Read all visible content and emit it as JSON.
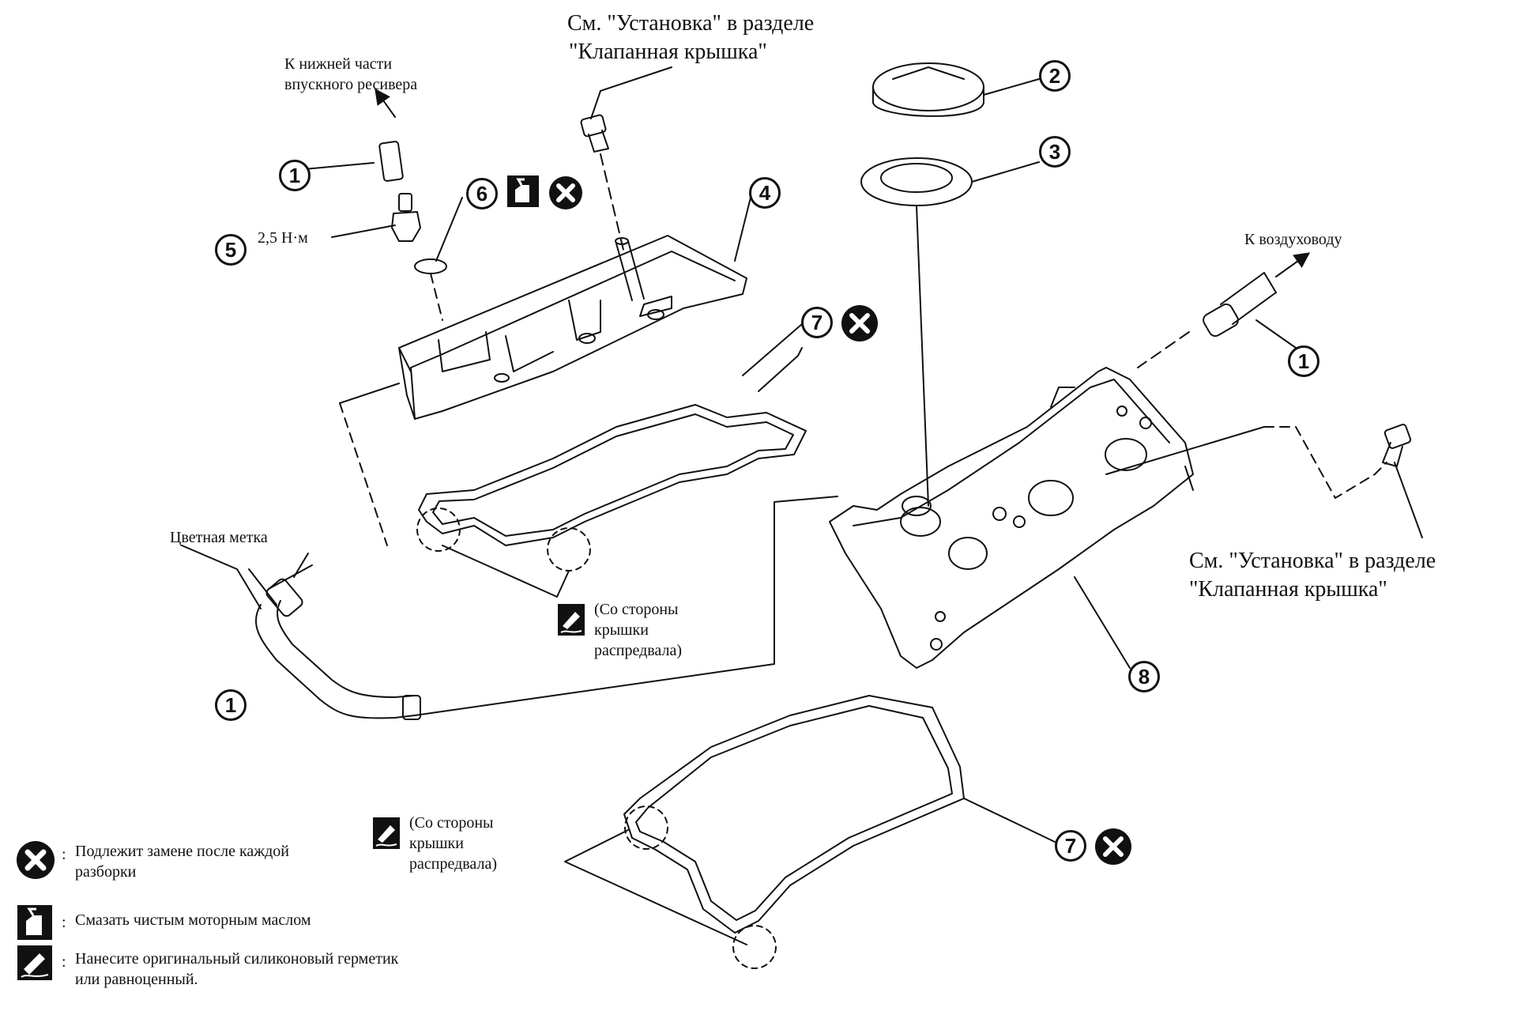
{
  "labels": {
    "intake_lower_line1": "К нижней части",
    "intake_lower_line2": "впускного ресивера",
    "ref_top_line1": "См. \"Установка\" в разделе",
    "ref_top_line2": "\"Клапанная крышка\"",
    "ref_right_line1": "См. \"Установка\" в разделе",
    "ref_right_line2": "\"Клапанная крышка\"",
    "to_air_duct": "К воздуховоду",
    "torque": "2,5 Н·м",
    "color_mark": "Цветная метка",
    "camshaft_side_1_line1": "(Со стороны",
    "camshaft_side_1_line2": "крышки",
    "camshaft_side_1_line3": "распредвала)",
    "camshaft_side_2_line1": "(Со стороны",
    "camshaft_side_2_line2": "крышки",
    "camshaft_side_2_line3": "распредвала)"
  },
  "callouts": {
    "c1_left": "1",
    "c1_top": "1",
    "c1_right": "1",
    "c2": "2",
    "c3": "3",
    "c4": "4",
    "c5": "5",
    "c6": "6",
    "c7_top": "7",
    "c7_bottom": "7",
    "c8": "8"
  },
  "legend": {
    "replace": "Подлежит замене после каждой разборки",
    "replace_line1": "Подлежит замене после каждой",
    "replace_line2": "разборки",
    "oil": "Смазать чистым моторным маслом",
    "sealant_line1": "Нанесите оригинальный силиконовый герметик",
    "sealant_line2": "или равноценный.",
    "colon": ":"
  },
  "icons": {
    "replace": "replace-x-icon",
    "oil": "oil-can-icon",
    "sealant": "sealant-tube-icon"
  }
}
